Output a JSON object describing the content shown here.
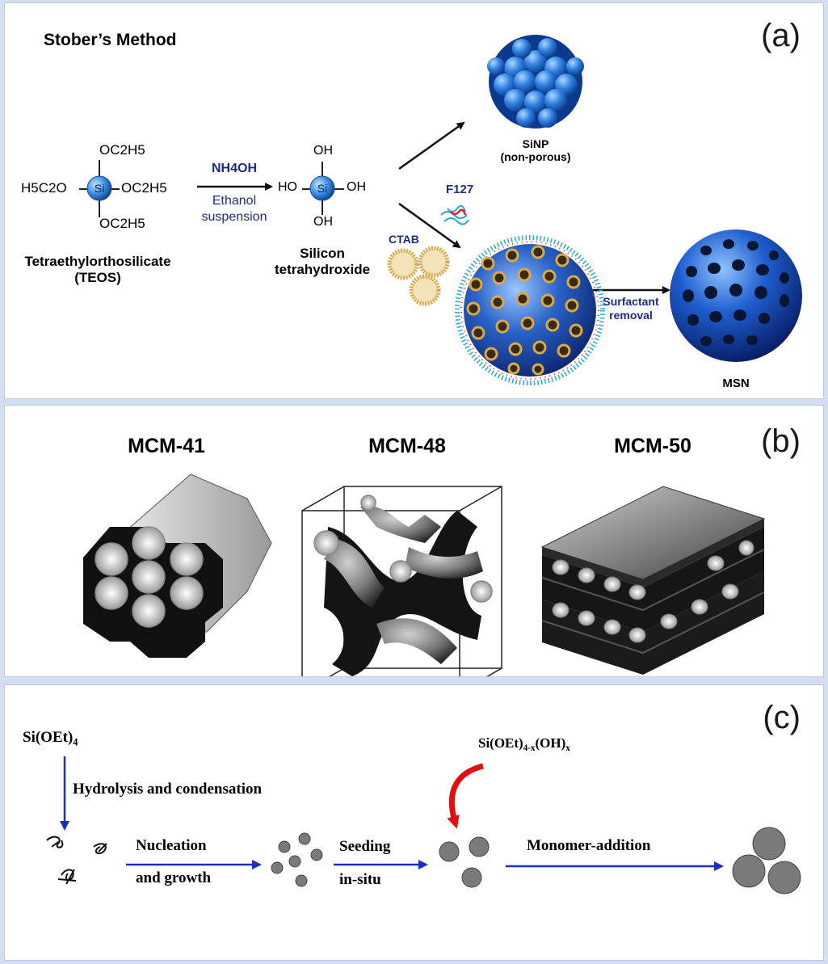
{
  "panel_a": {
    "label": "(a)",
    "title": "Stober’s Method",
    "teos": {
      "top": "OC2H5",
      "left": "H5C2O",
      "right": "OC2H5",
      "bottom": "OC2H5",
      "center": "Si",
      "name_line1": "Tetraethylorthosilicate",
      "name_line2": "(TEOS)"
    },
    "reagent": "NH4OH",
    "solvent_line1": "Ethanol",
    "solvent_line2": "suspension",
    "hydroxide": {
      "top": "OH",
      "left": "HO",
      "right": "OH",
      "bottom": "OH",
      "center": "Si",
      "name_line1": "Silicon",
      "name_line2": "tetrahydroxide"
    },
    "sinp_line1": "SiNP",
    "sinp_line2": "(non-porous)",
    "f127": "F127",
    "ctab": "CTAB",
    "removal_line1": "Surfactant",
    "removal_line2": "removal",
    "msn": "MSN",
    "colors": {
      "sphere": "#2f6fd0",
      "navy_text": "#1d2a8a",
      "ctab_ring": "#d8a94a",
      "f127_red": "#e02020",
      "f127_blue": "#2aa7d8"
    }
  },
  "panel_b": {
    "label": "(b)",
    "structures": [
      "MCM-41",
      "MCM-48",
      "MCM-50"
    ]
  },
  "panel_c": {
    "label": "(c)",
    "precursor": "Si(OEt)",
    "precursor_sub": "4",
    "hydrolysis": "Hydrolysis and condensation",
    "nucleation_line1": "Nucleation",
    "nucleation_line2": "and growth",
    "seeding_line1": "Seeding",
    "seeding_line2": "in-situ",
    "intermediate": "Si(OEt)",
    "intermediate_sub1": "4-x",
    "intermediate_mid": "(OH)",
    "intermediate_sub2": "x",
    "monomer": "Monomer-addition",
    "colors": {
      "arrow": "#1c2fc4",
      "curved_arrow": "#e01010",
      "particle": "#7a7a7a"
    }
  }
}
